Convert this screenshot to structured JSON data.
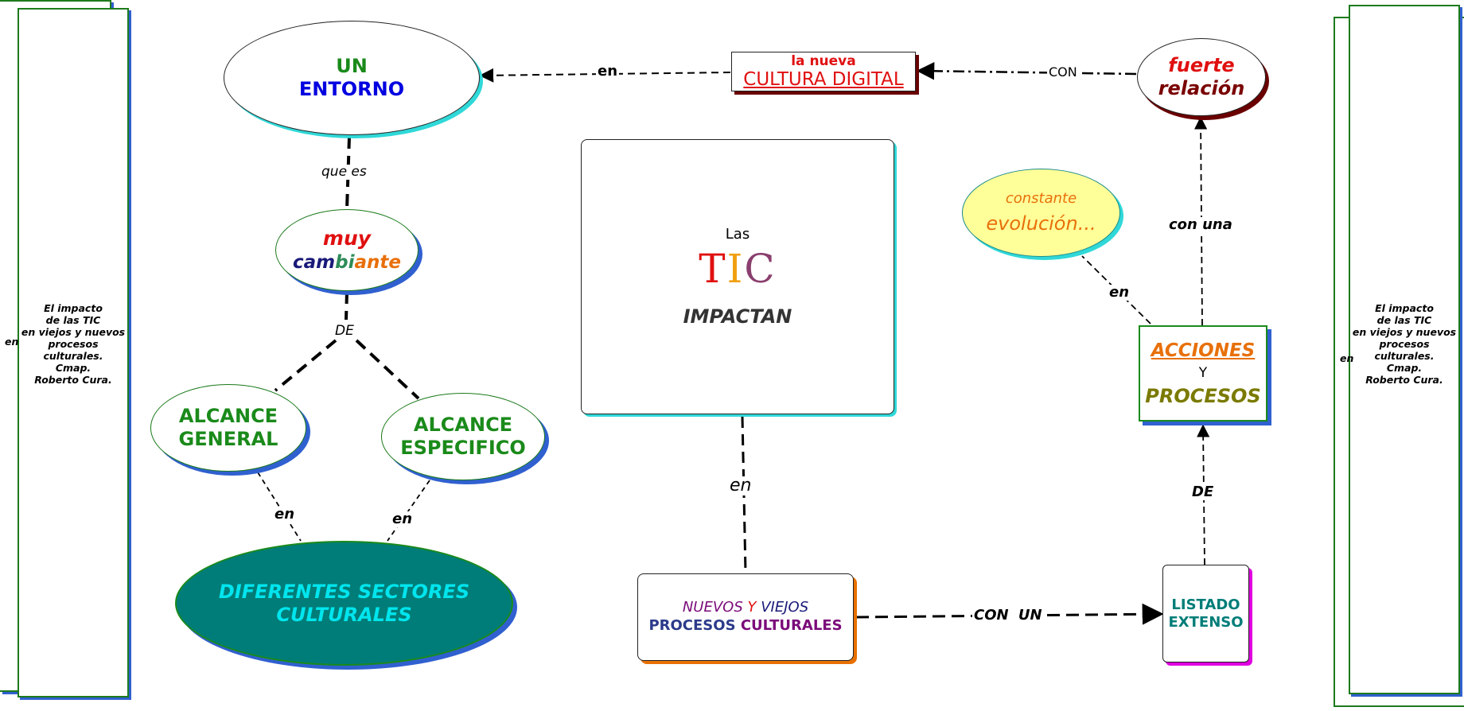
{
  "side_panel_left": {
    "lines": [
      "El impacto",
      "de las TIC",
      "en viejos y nuevos",
      "procesos",
      "culturales.",
      "Cmap.",
      "Roberto Cura."
    ],
    "peek_text": "en"
  },
  "side_panel_right": {
    "lines": [
      "El impacto",
      "de las TIC",
      "en viejos y nuevos",
      "procesos",
      "culturales.",
      "Cmap.",
      "Roberto Cura."
    ],
    "peek_text": "en"
  },
  "concepts": {
    "un_entorno": {
      "line1": "UN",
      "line2": "ENTORNO"
    },
    "cultura_digital": {
      "line1": "la nueva",
      "line2": "CULTURA DIGITAL"
    },
    "fuerte_relacion": {
      "line1": "fuerte",
      "line2": "relación"
    },
    "muy_cambiante": {
      "line1": "muy",
      "part1": "cam",
      "part2": "bi",
      "part3": "ante"
    },
    "tic_center": {
      "line1": "Las",
      "t": "T",
      "i": "I",
      "c": "C",
      "line3": "IMPACTAN"
    },
    "constante_evolucion": {
      "line1": "constante",
      "line2": "evolución..."
    },
    "acciones_procesos": {
      "line1": "ACCIONES",
      "line2": "Y",
      "line3": "PROCESOS"
    },
    "alcance_general": {
      "line1": "ALCANCE",
      "line2": "GENERAL"
    },
    "alcance_especifico": {
      "line1": "ALCANCE",
      "line2": "ESPECIFICO"
    },
    "diferentes_sectores": {
      "line1": "DIFERENTES SECTORES",
      "line2": "CULTURALES"
    },
    "nuevos_viejos": {
      "w1": "NUEVOS",
      "w2": "Y",
      "w3": "VIEJOS",
      "w4": "PROCESOS",
      "w5": "CULTURALES"
    },
    "listado_extenso": {
      "line1": "LISTADO",
      "line2": "EXTENSO"
    }
  },
  "linking_phrases": {
    "en_top": "en",
    "con_top": "CON",
    "que_es": "que es",
    "de_left": "DE",
    "con_una": "con una",
    "en_right": "en",
    "en_center": "en",
    "de_right": "DE",
    "en_general": "en",
    "en_especifico": "en",
    "con_un": "CON UN"
  },
  "colors": {
    "green": "#1a8a1a",
    "blue": "#0000e0",
    "red": "#e01010",
    "dark_red": "#7a0000",
    "teal": "#007d78",
    "cyan_text": "#00e5ee",
    "orange": "#e8700a",
    "olive": "#7a7a00",
    "navy": "#1a1a7a",
    "purple": "#7a0a7a",
    "yellow_fill": "#ffff99",
    "shadow_blue": "#3060d0",
    "shadow_cyan": "#30d8d8",
    "shadow_orange": "#e87000",
    "shadow_magenta": "#e000e0",
    "shadow_darkred": "#6a0000"
  }
}
